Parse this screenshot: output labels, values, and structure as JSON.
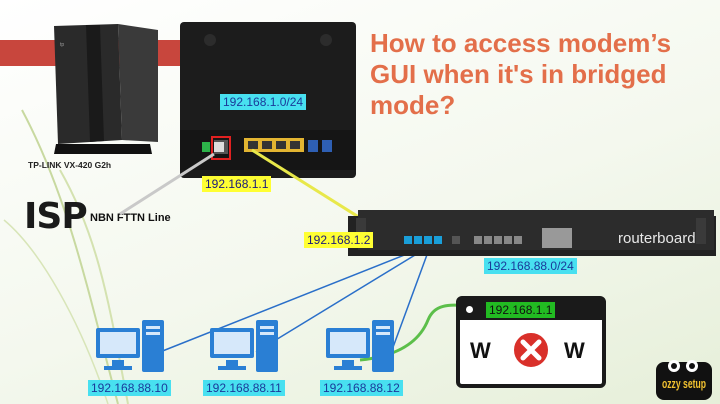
{
  "title": "How to access modem’s GUI when it's in bridged mode?",
  "modem": {
    "model_label": "TP-LINK VX-420 G2h",
    "subnet": "192.168.1.0/24",
    "lan_ip": "192.168.1.1"
  },
  "isp": {
    "logo": "ISP",
    "line_label": "NBN FTTN Line"
  },
  "router": {
    "brand": "routerboard",
    "wan_ip": "192.168.1.2",
    "subnet": "192.168.88.0/24"
  },
  "computers": [
    {
      "ip": "192.168.88.10"
    },
    {
      "ip": "192.168.88.11"
    },
    {
      "ip": "192.168.88.12"
    }
  ],
  "browser": {
    "url": "192.168.1.1",
    "logo_left": "W",
    "logo_right": "W"
  },
  "watermark": "ozzy setup",
  "colors": {
    "title": "#e36f4a",
    "accent_bar": "#c8463d",
    "yellow_label": "#ffff33",
    "cyan_label": "#48e0f0",
    "green_label": "#22bb22",
    "computer_blue": "#2a7fd4",
    "wire_blue": "#2a6fc9",
    "wire_yellow": "#e8e84a",
    "wire_green": "#5cbf4a",
    "error_red": "#d9302a"
  }
}
